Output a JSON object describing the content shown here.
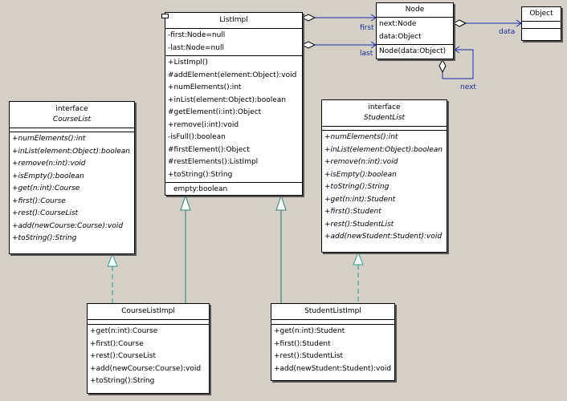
{
  "classes": {
    "listimpl": {
      "name": "ListImpl",
      "attributes": [
        "-first:Node=null",
        "-last:Node=null"
      ],
      "operations": [
        "+ListImpl()",
        "#addElement(element:Object):void",
        "+numElements():int",
        "+inList(element:Object):boolean",
        "#getElement(i:int):Object",
        "+remove(i:int):void",
        "-isFull():boolean",
        "#firstElement():Object",
        "#restElements():ListImpl",
        "+toString():String"
      ],
      "extra": [
        "empty:boolean"
      ]
    },
    "node": {
      "name": "Node",
      "attributes": [
        "next:Node",
        "data:Object"
      ],
      "operations": [
        "Node(data:Object)"
      ]
    },
    "object": {
      "name": "Object"
    },
    "courselist": {
      "stereotype": "interface",
      "name": "CourseList",
      "operations": [
        "+numElements():int",
        "+inList(element:Object):boolean",
        "+remove(n:int):void",
        "+isEmpty():boolean",
        "+get(n:int):Course",
        "+first():Course",
        "+rest():CourseList",
        "+add(newCourse:Course):void",
        "+toString():String"
      ]
    },
    "studentlist": {
      "stereotype": "interface",
      "name": "StudentList",
      "operations": [
        "+numElements():int",
        "+inList(element:Object):boolean",
        "+remove(n:int):void",
        "+isEmpty():boolean",
        "+toString():String",
        "+get(n:int):Student",
        "+first():Student",
        "+rest():StudentList",
        "+add(newStudent:Student):void"
      ]
    },
    "courselistimpl": {
      "name": "CourseListImpl",
      "operations": [
        "+get(n:int):Course",
        "+first():Course",
        "+rest():CourseList",
        "+add(newCourse:Course):void",
        "+toString():String"
      ]
    },
    "studentlistimpl": {
      "name": "StudentListImpl",
      "operations": [
        "+get(n:int):Student",
        "+first():Student",
        "+rest():StudentList",
        "+add(newStudent:Student):void"
      ]
    }
  },
  "associations": {
    "first": "first",
    "last": "last",
    "data": "data",
    "next": "next"
  },
  "colors": {
    "background": "#d4d0c8",
    "line": "#1a2d9a",
    "label": "#1a2d9a"
  }
}
